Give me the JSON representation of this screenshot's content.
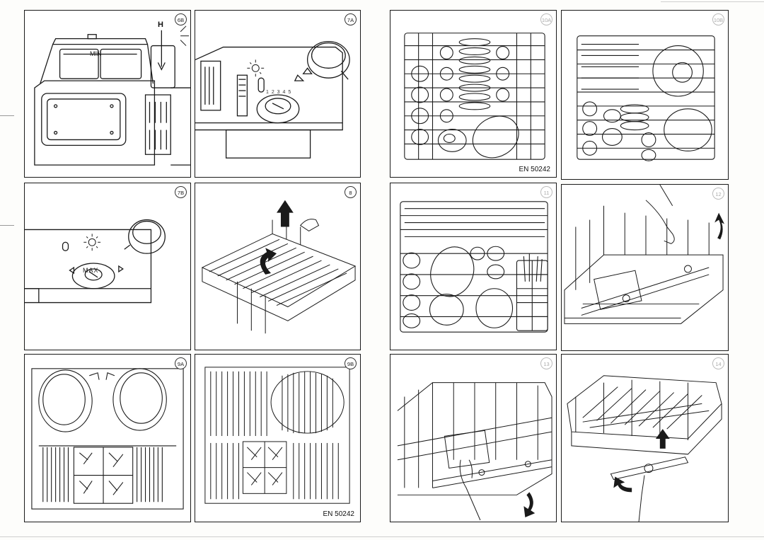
{
  "panels": [
    {
      "id": "p1",
      "badge": "6B",
      "marker": "H"
    },
    {
      "id": "p2",
      "badge": "7A"
    },
    {
      "id": "p3",
      "badge": "10A"
    },
    {
      "id": "p4",
      "badge": "10B"
    },
    {
      "id": "p5",
      "badge": "7B"
    },
    {
      "id": "p6",
      "badge": "8"
    },
    {
      "id": "p7",
      "badge": "11"
    },
    {
      "id": "p8",
      "badge": "12"
    },
    {
      "id": "p9",
      "badge": "9A"
    },
    {
      "id": "p10",
      "badge": "9B"
    },
    {
      "id": "p11",
      "badge": "13"
    },
    {
      "id": "p12",
      "badge": "14"
    }
  ],
  "captions": {
    "upper": "EN 50242",
    "lower": "EN 50242"
  },
  "labels": {
    "min": "MIN",
    "max": "MAX",
    "dial_numbers": "1 2 3 4 5"
  },
  "colors": {
    "ink": "#1a1a1a",
    "paper": "#ffffff"
  }
}
